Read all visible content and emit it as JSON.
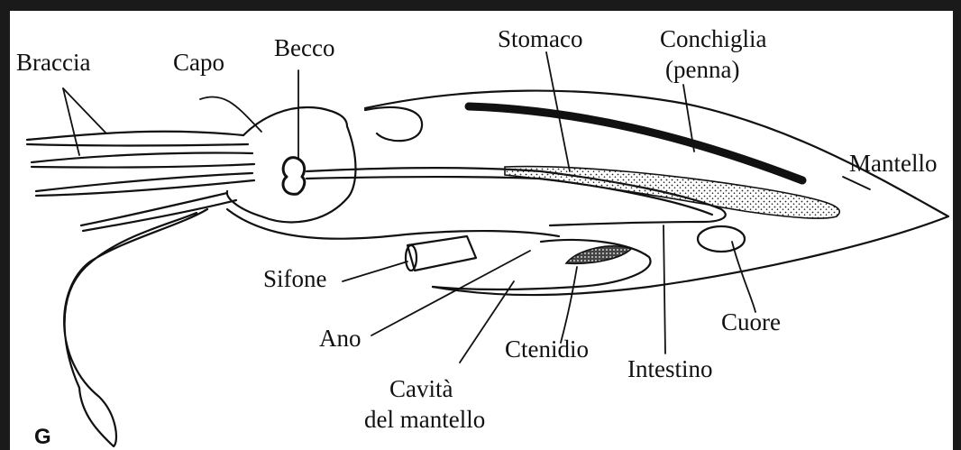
{
  "figure": {
    "panel_letter": "G",
    "labels": {
      "braccia": "Braccia",
      "capo": "Capo",
      "becco": "Becco",
      "stomaco": "Stomaco",
      "conchiglia_line1": "Conchiglia",
      "conchiglia_line2": "(penna)",
      "mantello": "Mantello",
      "sifone": "Sifone",
      "ano": "Ano",
      "ctenidio": "Ctenidio",
      "cuore": "Cuore",
      "intestino": "Intestino",
      "cavita_line1": "Cavità",
      "cavita_line2": "del mantello"
    }
  },
  "colors": {
    "frame": "#1a1a1a",
    "ink": "#111111",
    "background": "#ffffff"
  }
}
